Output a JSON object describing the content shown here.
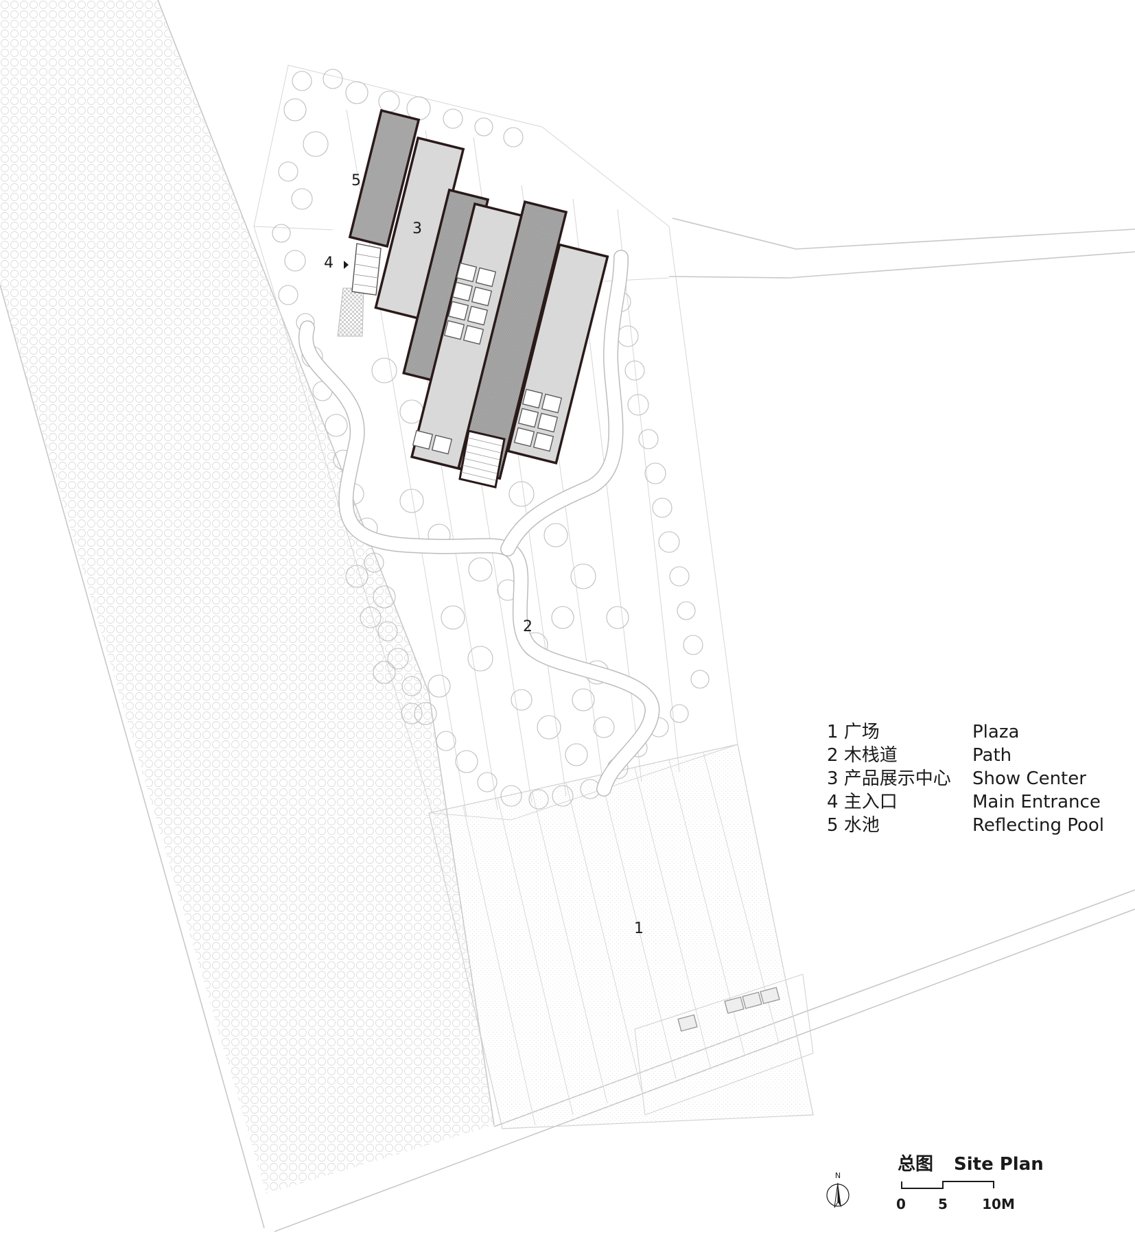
{
  "plan": {
    "labels": {
      "plaza": "1",
      "path": "2",
      "show_center": "3",
      "main_entrance": "4",
      "reflecting_pool": "5"
    }
  },
  "legend": {
    "items": [
      {
        "cn": "1 广场",
        "en": "Plaza"
      },
      {
        "cn": "2 木栈道",
        "en": "Path"
      },
      {
        "cn": "3 产品展示中心",
        "en": "Show Center"
      },
      {
        "cn": "4 主入口",
        "en": "Main Entrance"
      },
      {
        "cn": "5 水池",
        "en": "Reflecting Pool"
      }
    ]
  },
  "title": {
    "cn": "总图",
    "en": "Site Plan"
  },
  "scale": {
    "ticks": [
      "0",
      "5",
      "10M"
    ]
  },
  "north": {
    "label": "N"
  },
  "colors": {
    "line": "#c8c8c8",
    "building_light": "#d9d9d9",
    "building_dark": "#a6a6a6",
    "building_outline": "#2a1a1a"
  }
}
